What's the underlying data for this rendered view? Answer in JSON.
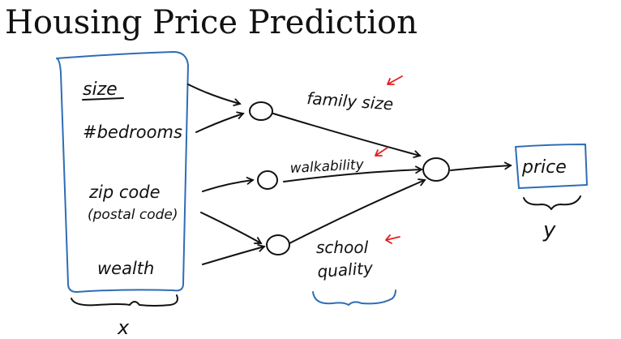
{
  "title": "Housing Price Prediction",
  "inputs": {
    "size": "size",
    "bedrooms": "#bedrooms",
    "zip_code": "zip code",
    "postal_code": "(postal code)",
    "wealth": "wealth",
    "x_label": "x"
  },
  "hidden": {
    "family_size": "family size",
    "walkability": "walkability",
    "school": "school",
    "quality": "quality"
  },
  "output": {
    "price": "price",
    "y_label": "y"
  },
  "colors": {
    "ink": "#111111",
    "box": "#2e6db4",
    "marker": "#e02020"
  }
}
